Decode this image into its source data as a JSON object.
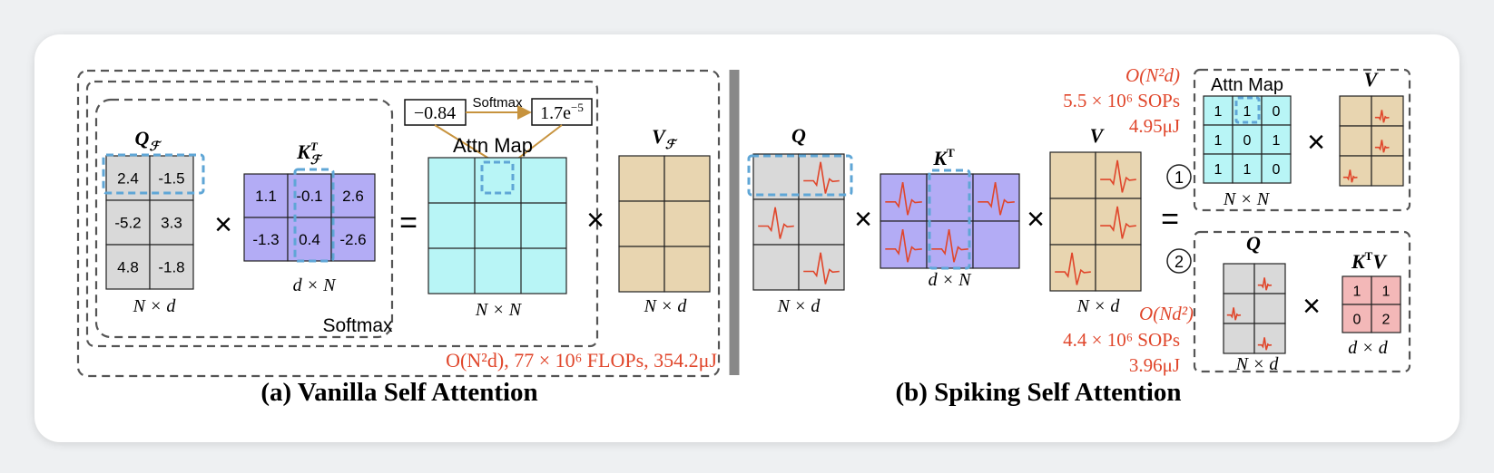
{
  "colors": {
    "gray": "#d9d9d9",
    "purple": "#b3acf5",
    "cyan": "#b8f5f6",
    "tan": "#e8d5b0",
    "pink": "#f3b8b8",
    "accent_red": "#e0462b",
    "dash_blue": "#5fa6d6",
    "dash_gray": "#555555"
  },
  "a": {
    "q_label": "Q",
    "q_sub": "ℱ",
    "k_label": "K",
    "k_sup": "T",
    "k_sub": "ℱ",
    "v_label": "V",
    "v_sub": "ℱ",
    "q_cells": [
      "2.4",
      "-1.5",
      "-5.2",
      "3.3",
      "4.8",
      "-1.8"
    ],
    "k_cells": [
      "1.1",
      "-0.1",
      "2.6",
      "-1.3",
      "0.4",
      "-2.6"
    ],
    "q_dim": "N × d",
    "k_dim": "d × N",
    "attn_dim": "N × N",
    "v_dim": "N × d",
    "times": "×",
    "equals": "=",
    "softmax_box": "Softmax",
    "val_before": "−0.84",
    "softmax_arrow": "Softmax",
    "val_after_base": "1.7e",
    "val_after_exp": "−5",
    "attn_map": "Attn Map",
    "complexity": "O(N²d),  77 × 10⁶ FLOPs,  354.2μJ",
    "caption": "(a) Vanilla Self Attention"
  },
  "b": {
    "q_label": "Q",
    "k_label": "K",
    "k_sup": "T",
    "v_label": "V",
    "q_dim": "N × d",
    "k_dim": "d × N",
    "v_dim": "N × d",
    "times": "×",
    "equals": "=",
    "o1_complexity": "O(N²d)",
    "o1_sops": "5.5 × 10⁶ SOPs",
    "o1_energy": "4.95μJ",
    "o2_complexity": "O(Nd²)",
    "o2_sops": "4.4 × 10⁶ SOPs",
    "o2_energy": "3.96μJ",
    "circle1": "1",
    "circle2": "2",
    "attn_map": "Attn Map",
    "attn_cells": [
      "1",
      "1",
      "0",
      "1",
      "0",
      "1",
      "1",
      "1",
      "0"
    ],
    "attn_dim": "N × N",
    "v2_label": "V",
    "q2_label": "Q",
    "q2_dim": "N × d",
    "ktv_label": "K",
    "ktv_sup": "T",
    "ktv_tail": "V",
    "ktv_cells": [
      "1",
      "1",
      "0",
      "2"
    ],
    "ktv_dim": "d × d",
    "caption": "(b) Spiking Self Attention"
  }
}
